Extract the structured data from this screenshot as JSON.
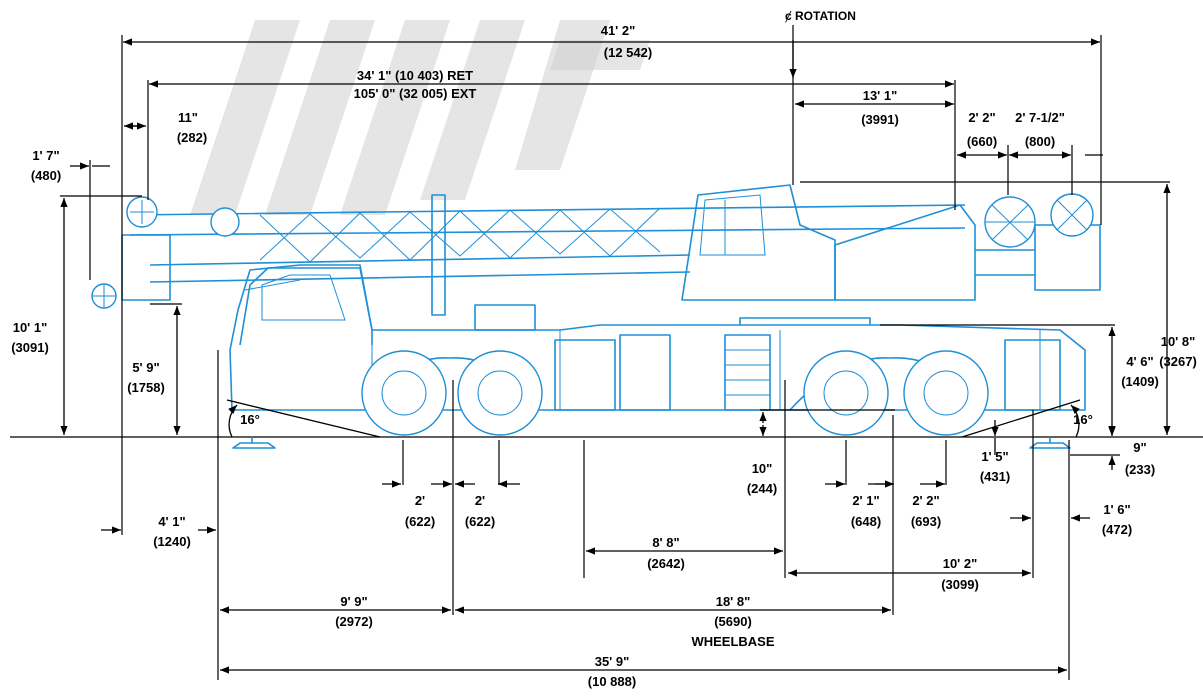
{
  "title": "",
  "colors": {
    "crane": "#1f8fd6",
    "dimension": "#000000",
    "watermark": "#cfcfcf"
  },
  "labels": {
    "rotation": "ȼ ROTATION",
    "overall_length_ft": "41' 2\"",
    "overall_length_mm": "(12 542)",
    "boom_ret": "34' 1\" (10 403) RET",
    "boom_ext": "105' 0\" (32 005) EXT",
    "rot_to_rear_ft": "13' 1\"",
    "rot_to_rear_mm": "(3991)",
    "d660_ft": "2' 2\"",
    "d660_mm": "(660)",
    "d800_ft": "2' 7-1/2\"",
    "d800_mm": "(800)",
    "d282_ft": "11\"",
    "d282_mm": "(282)",
    "d480_ft": "1' 7\"",
    "d480_mm": "(480)",
    "height_boom_ft": "10' 1\"",
    "height_boom_mm": "(3091)",
    "height_cab_ft": "5' 9\"",
    "height_cab_mm": "(1758)",
    "overall_height_ft": "10' 8\"",
    "overall_height_mm": "(3267)",
    "deck_height_ft": "4' 6\"",
    "deck_height_mm": "(1409)",
    "angle_front": "16°",
    "angle_rear": "16°",
    "float_ft": "9\"",
    "float_mm": "(233)",
    "d431_ft": "1' 5\"",
    "d431_mm": "(431)",
    "clearance_ft": "10\"",
    "clearance_mm": "(244)",
    "tire1_ft": "2'",
    "tire1_mm": "(622)",
    "tire2_ft": "2'",
    "tire2_mm": "(622)",
    "axle3_ft": "2' 1\"",
    "axle3_mm": "(648)",
    "axle4_ft": "2' 2\"",
    "axle4_mm": "(693)",
    "front_overhang_ft": "4' 1\"",
    "front_overhang_mm": "(1240)",
    "rear_overhang_ft": "1' 6\"",
    "rear_overhang_mm": "(472)",
    "outrigger_ft": "8' 8\"",
    "outrigger_mm": "(2642)",
    "rear_out_ft": "10' 2\"",
    "rear_out_mm": "(3099)",
    "front_to_axle_ft": "9' 9\"",
    "front_to_axle_mm": "(2972)",
    "wheelbase_ft": "18' 8\"",
    "wheelbase_mm": "(5690)",
    "wheelbase_label": "WHEELBASE",
    "carrier_length_ft": "35' 9\"",
    "carrier_length_mm": "(10 888)"
  }
}
